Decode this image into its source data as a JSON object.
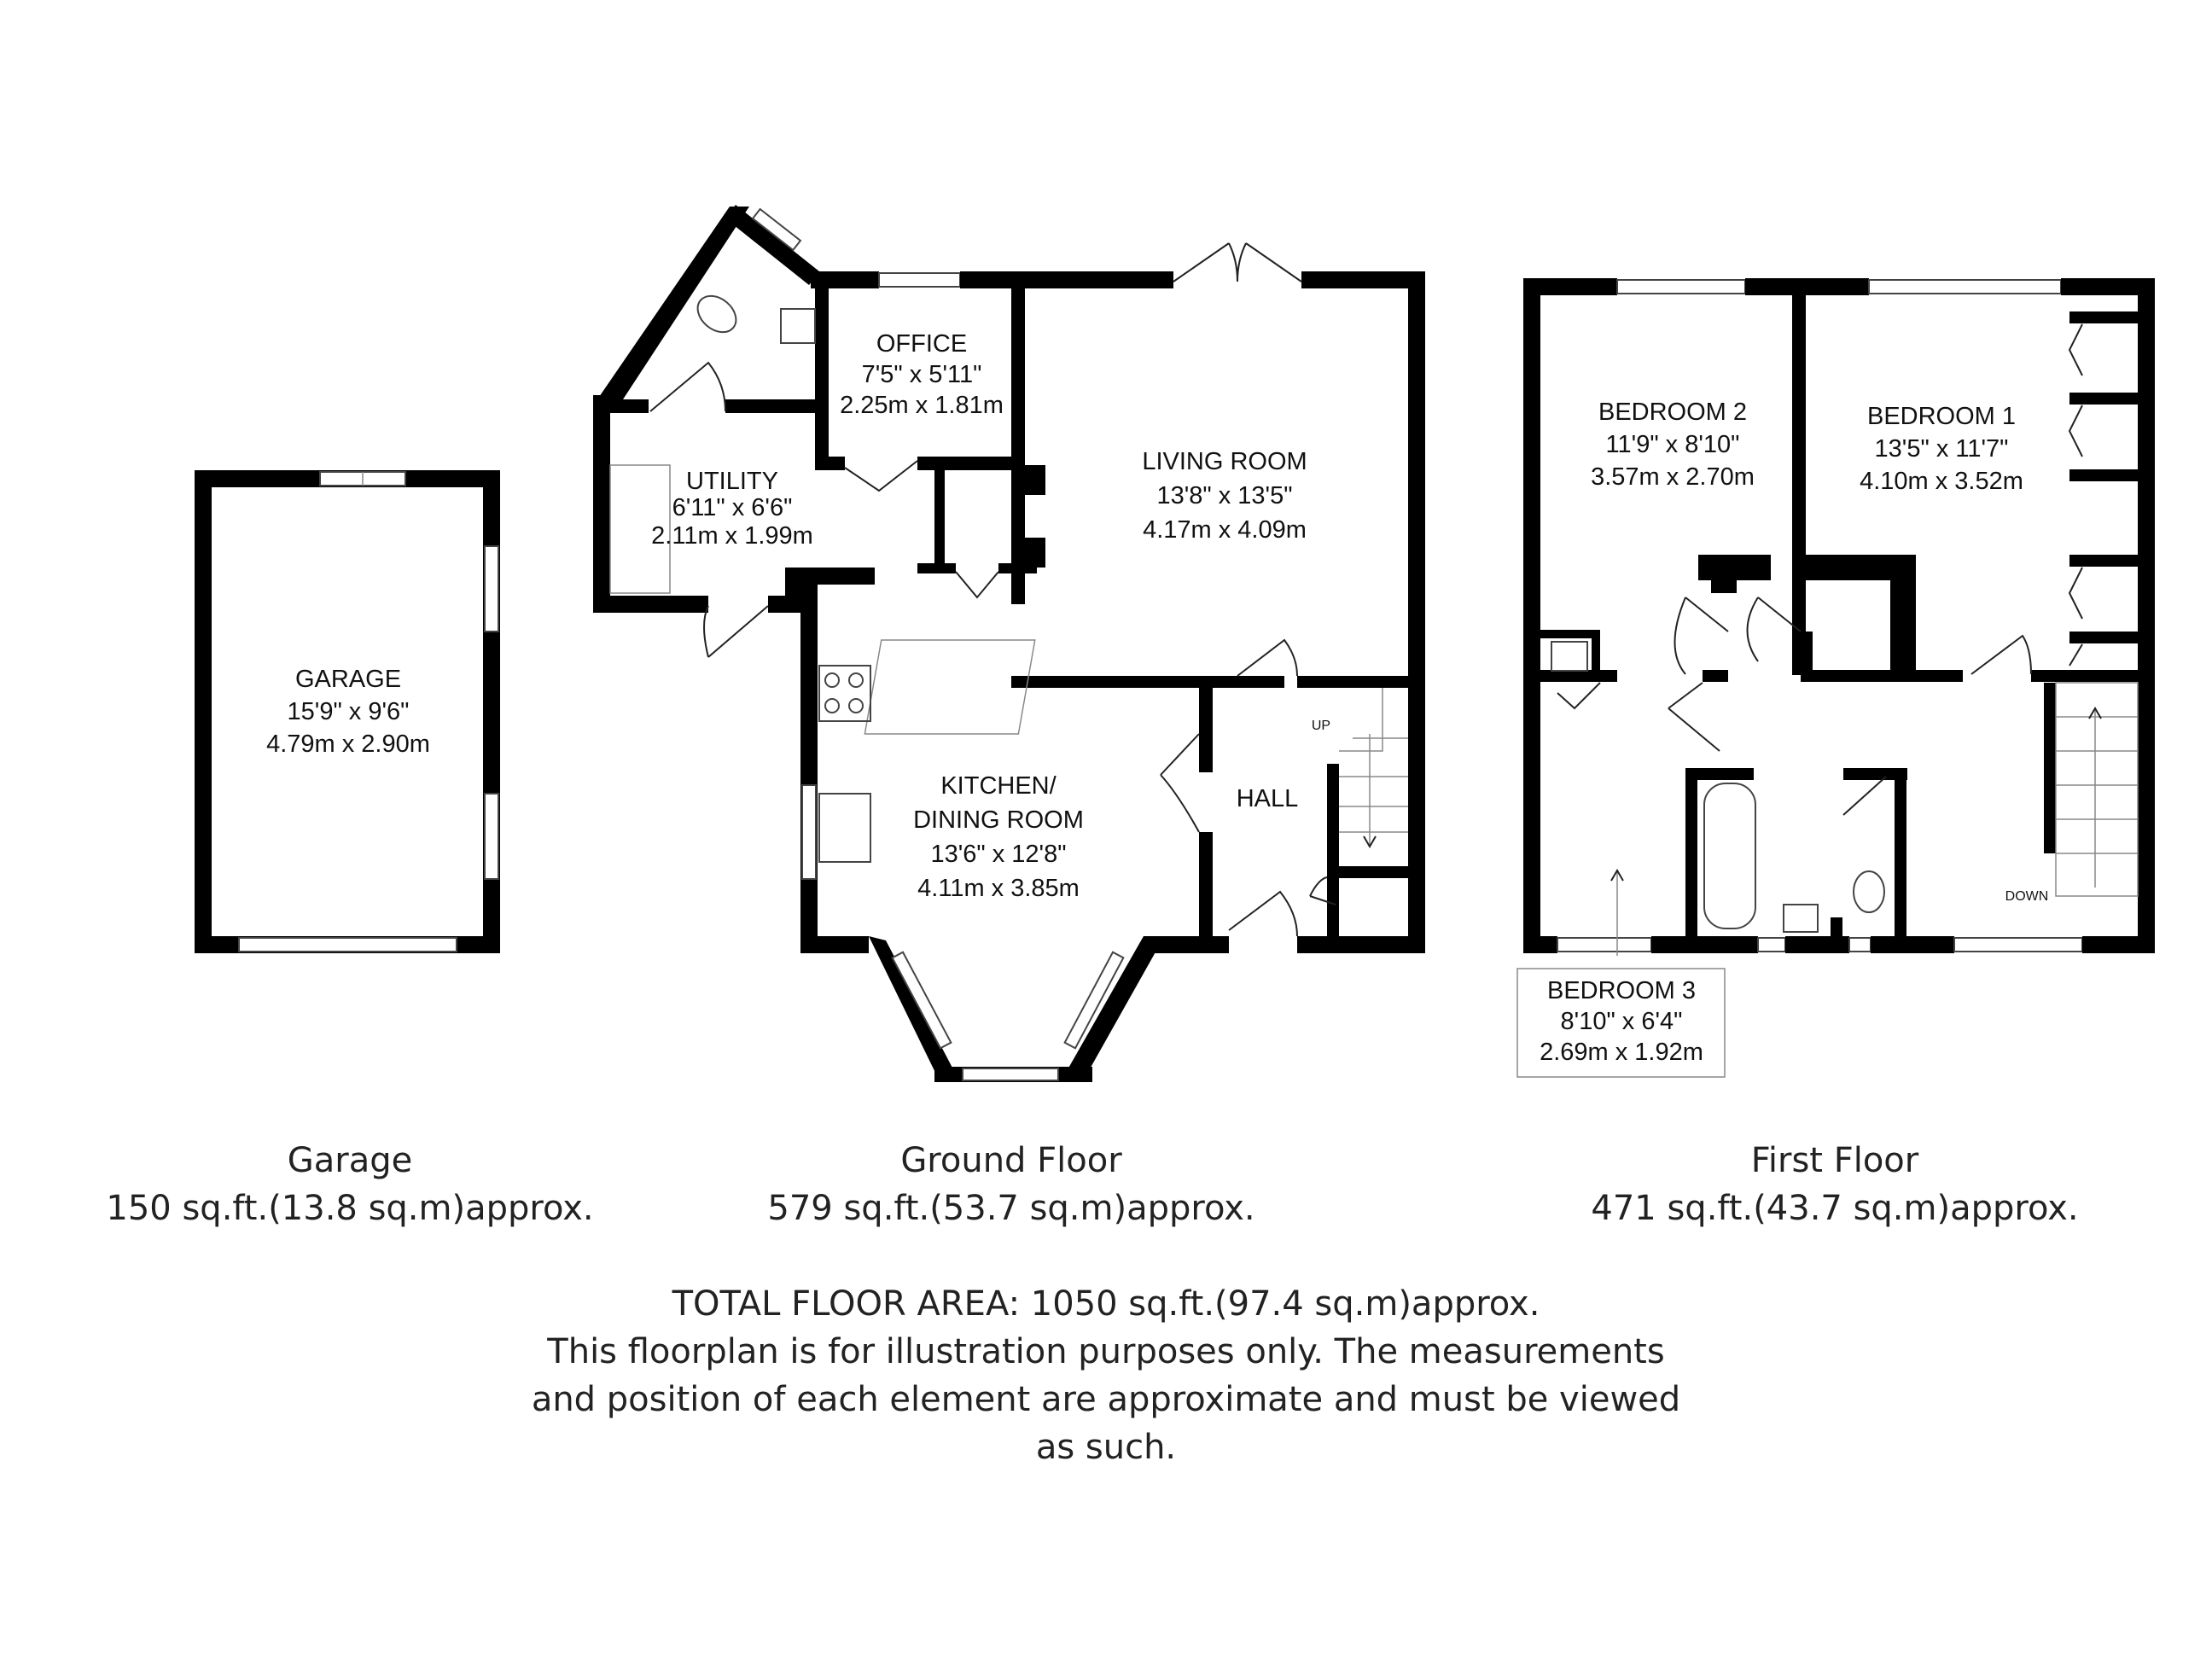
{
  "rooms": {
    "garage": {
      "name": "GARAGE",
      "imperial": "15'9\" x 9'6\"",
      "metric": "4.79m x 2.90m"
    },
    "office": {
      "name": "OFFICE",
      "imperial": "7'5\" x 5'11\"",
      "metric": "2.25m x 1.81m"
    },
    "utility": {
      "name": "UTILITY",
      "imperial": "6'11\" x 6'6\"",
      "metric": "2.11m x 1.99m"
    },
    "living": {
      "name": "LIVING ROOM",
      "imperial": "13'8\" x 13'5\"",
      "metric": "4.17m x 4.09m"
    },
    "kitchen": {
      "name1": "KITCHEN/",
      "name2": "DINING ROOM",
      "imperial": "13'6\" x 12'8\"",
      "metric": "4.11m x 3.85m"
    },
    "hall": {
      "name": "HALL"
    },
    "bedroom2": {
      "name": "BEDROOM 2",
      "imperial": "11'9\" x 8'10\"",
      "metric": "3.57m x 2.70m"
    },
    "bedroom1": {
      "name": "BEDROOM 1",
      "imperial": "13'5\" x 11'7\"",
      "metric": "4.10m x 3.52m"
    },
    "bedroom3": {
      "name": "BEDROOM 3",
      "imperial": "8'10\" x 6'4\"",
      "metric": "2.69m x 1.92m"
    }
  },
  "stairs": {
    "up": "UP",
    "down": "DOWN"
  },
  "floors": {
    "garage": {
      "title": "Garage",
      "area": "150 sq.ft.(13.8 sq.m)approx."
    },
    "ground": {
      "title": "Ground Floor",
      "area": "579 sq.ft.(53.7 sq.m)approx."
    },
    "first": {
      "title": "First Floor",
      "area": "471 sq.ft.(43.7 sq.m)approx."
    }
  },
  "total": {
    "line1": "TOTAL FLOOR AREA: 1050 sq.ft.(97.4 sq.m)approx.",
    "line2": "This floorplan is for illustration purposes only. The measurements",
    "line3": "and position of each element are approximate and must be viewed",
    "line4": "as such."
  }
}
